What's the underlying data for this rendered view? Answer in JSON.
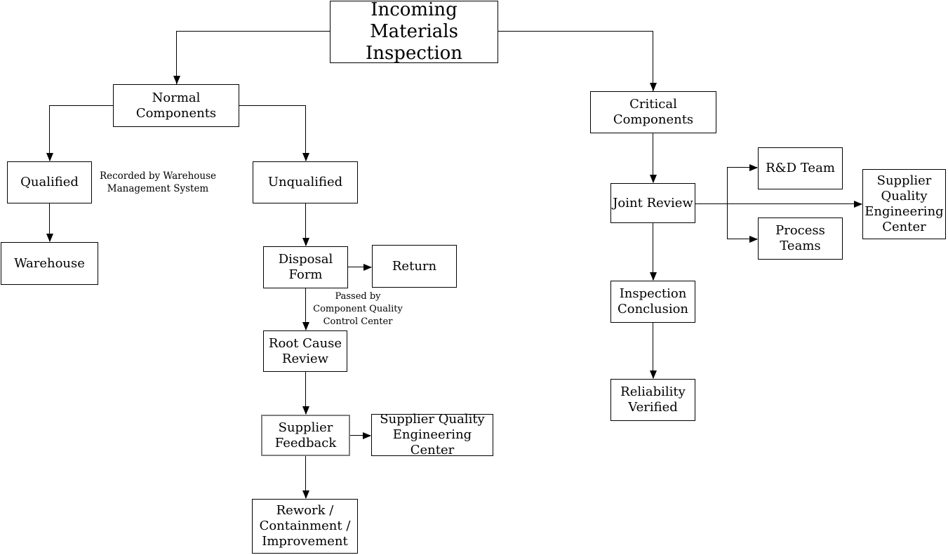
{
  "colors": {
    "background": "#ffffff",
    "line": "#000000",
    "text": "#000000",
    "box_border": "#000000",
    "supplier_feedback_border": "#7f7f7f"
  },
  "nodes": {
    "title": {
      "label": "Incoming\nMaterials Inspection"
    },
    "normal_components": {
      "label": "Normal Components"
    },
    "qualified": {
      "label": "Qualified"
    },
    "warehouse": {
      "label": "Warehouse"
    },
    "unqualified": {
      "label": "Unqualified"
    },
    "disposal_form": {
      "label": "Disposal\nForm"
    },
    "return": {
      "label": "Return"
    },
    "root_cause_review": {
      "label": "Root Cause\nReview"
    },
    "supplier_feedback": {
      "label": "Supplier\nFeedback"
    },
    "supplier_quality_engineering_center_left": {
      "label": "Supplier Quality\nEngineering Center"
    },
    "rework_containment_improvement": {
      "label": "Rework /\nContainment /\nImprovement"
    },
    "critical_components": {
      "label": "Critical Components"
    },
    "joint_review": {
      "label": "Joint Review"
    },
    "rd_team": {
      "label": "R&D Team"
    },
    "process_teams": {
      "label": "Process\nTeams"
    },
    "supplier_quality_engineering_center_right": {
      "label": "Supplier\nQuality\nEngineering\nCenter"
    },
    "inspection_conclusion": {
      "label": "Inspection\nConclusion"
    },
    "reliability_verified": {
      "label": "Reliability\nVerified"
    }
  },
  "annotations": {
    "recorded_by": "Recorded by Warehouse\nManagement System",
    "passed_by": "Passed by\nComponent Quality\nControl Center"
  }
}
